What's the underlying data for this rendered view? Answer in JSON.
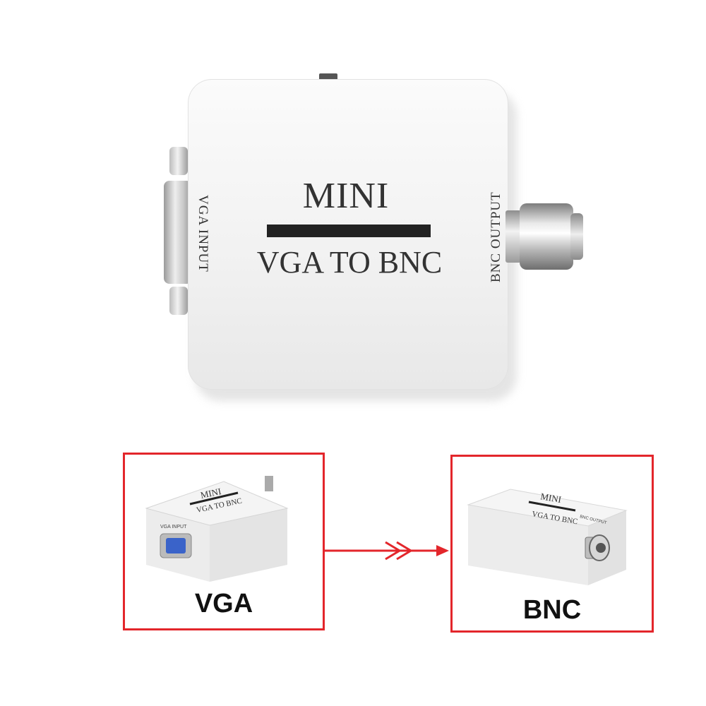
{
  "product": {
    "title_line1": "MINI",
    "title_line2": "VGA TO BNC",
    "left_port_label": "VGA INPUT",
    "right_port_label": "BNC OUTPUT"
  },
  "panels": {
    "input": {
      "caption": "VGA",
      "mini_title1": "MINI",
      "mini_title2": "VGA TO BNC",
      "mini_port_label": "VGA INPUT"
    },
    "output": {
      "caption": "BNC",
      "mini_title1": "MINI",
      "mini_title2": "VGA TO BNC",
      "mini_port_label": "BNC OUTPUT"
    }
  },
  "colors": {
    "frame": "#e3262b",
    "arrow": "#e3262b",
    "device": "#f4f4f4"
  }
}
